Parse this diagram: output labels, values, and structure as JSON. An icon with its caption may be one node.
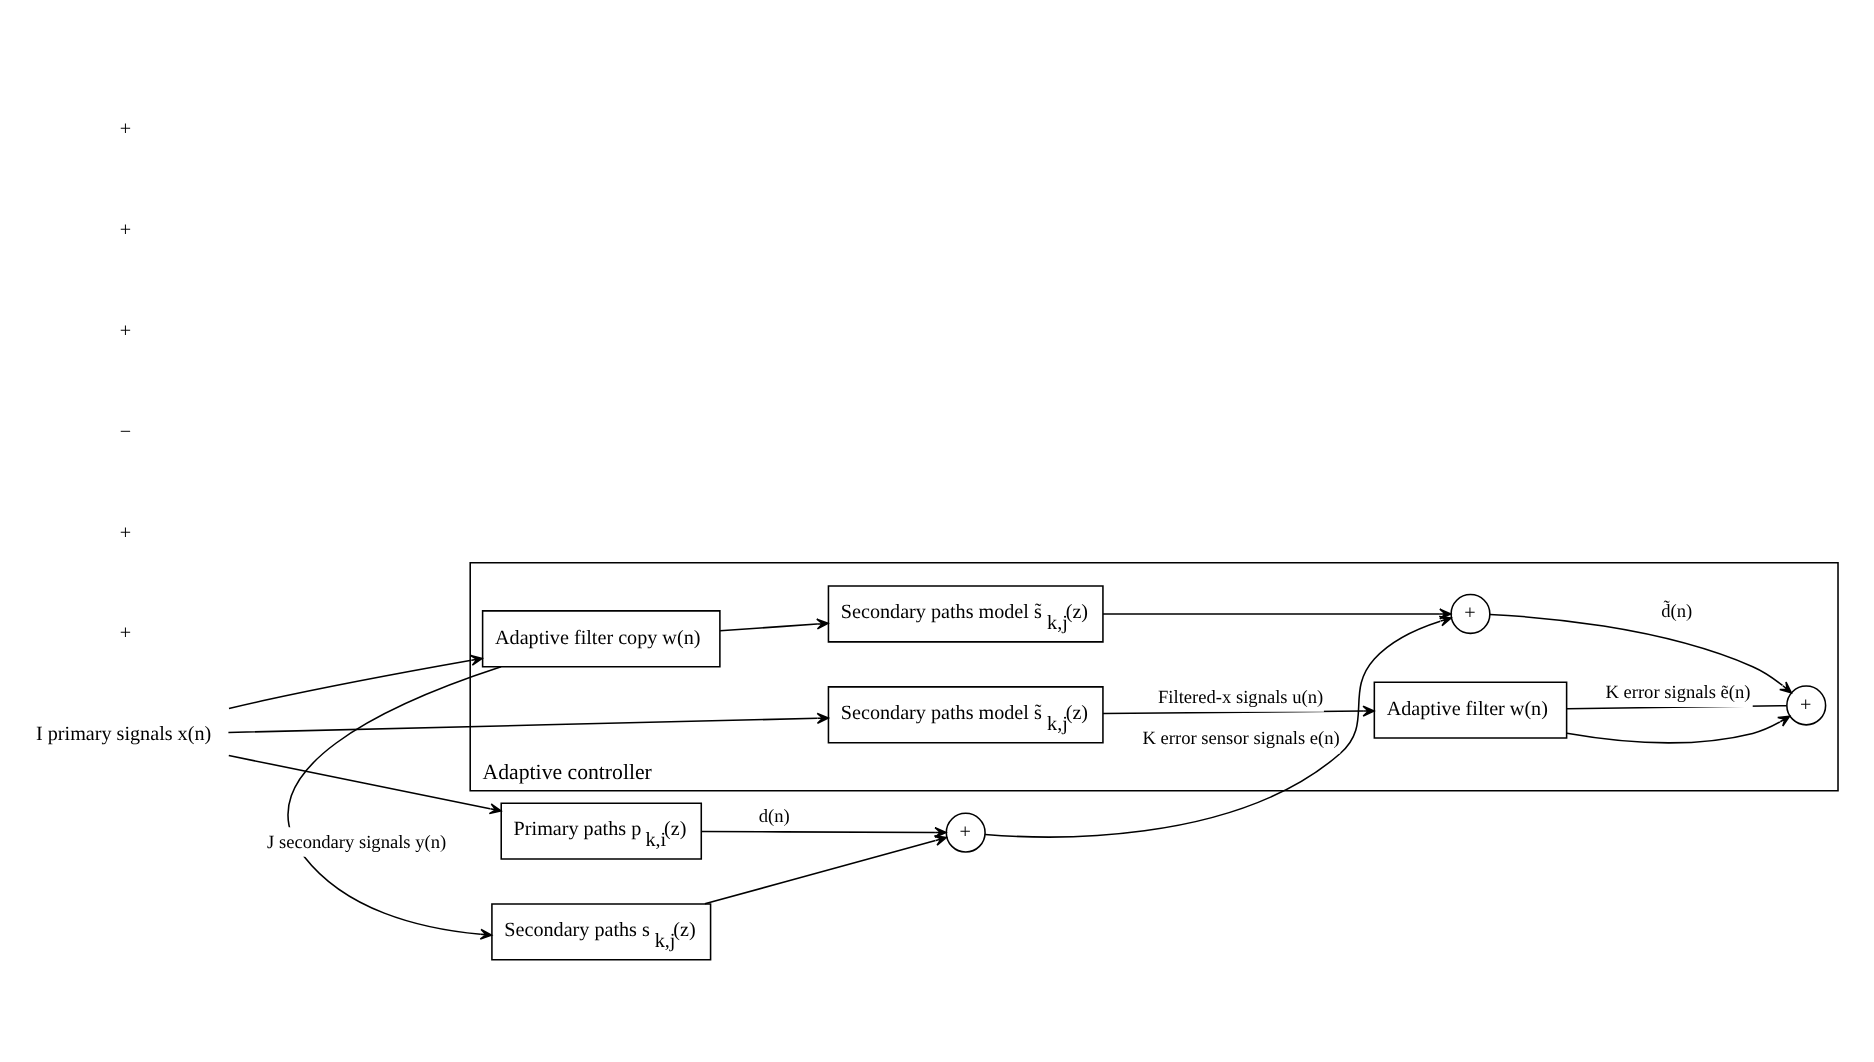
{
  "diagram": {
    "nodes": [
      {
        "text": [
          "Adaptive controller"
        ]
      },
      {
        "text": [
          "Primary paths p$_{k,i}$(z)"
        ]
      },
      {
        "text": [
          "Secondary paths s$_{k,j}$(z)"
        ]
      },
      {
        "text": [
          "+"
        ]
      },
      {
        "text": [
          "I primary signals x(n)"
        ]
      },
      {
        "text": [
          "Adaptive filter copy w(n)"
        ],
        "in": 0
      },
      {
        "text": [
          "Secondary paths model s̃$_{k,j}$(z)"
        ],
        "in": 0
      },
      {
        "text": [
          "+"
        ],
        "in": 0
      },
      {
        "text": [
          "Secondary paths model s̃$_{k,j}$(z)"
        ],
        "in": 0
      },
      {
        "text": [
          "Adaptive filter w(n)"
        ],
        "in": 0
      },
      {
        "text": [
          "+"
        ],
        "in": 0
      }
    ],
    "edges": [
      {
        "from": 4,
        "to": 1,
        "arrow": "to"
      },
      {
        "from": 4,
        "to": 5,
        "arrow": "to"
      },
      {
        "from": 4,
        "to": 8,
        "arrow": "to"
      },
      {
        "from": 1,
        "to": 3,
        "arrow": "to",
        "label": "d(n)"
      },
      {
        "from": 5,
        "to": 2,
        "arrow": "to",
        "label": "J secondary signals y(n)"
      },
      {
        "from": 5,
        "to": 6,
        "arrow": "to"
      },
      {
        "from": 2,
        "to": 3,
        "arrow": "to"
      },
      {
        "from": 3,
        "to": 7,
        "arrow": "to",
        "label": "K error sensor signals e(n)"
      },
      {
        "from": 6,
        "to": 7,
        "arrow": "to"
      },
      {
        "from": 7,
        "to": 10,
        "arrow": "to",
        "label": "d̃(n)"
      },
      {
        "from": 8,
        "to": 9,
        "arrow": "to",
        "label": "Filtered-x signals u(n)"
      },
      {
        "from": 9,
        "to": 10,
        "arrow": "to"
      },
      {
        "from": 10,
        "to": 9,
        "arrow": "none",
        "label": "K error signals ẽ(n)"
      }
    ],
    "labels": [
      "+",
      "+",
      "−",
      "+",
      "+",
      "+"
    ]
  }
}
